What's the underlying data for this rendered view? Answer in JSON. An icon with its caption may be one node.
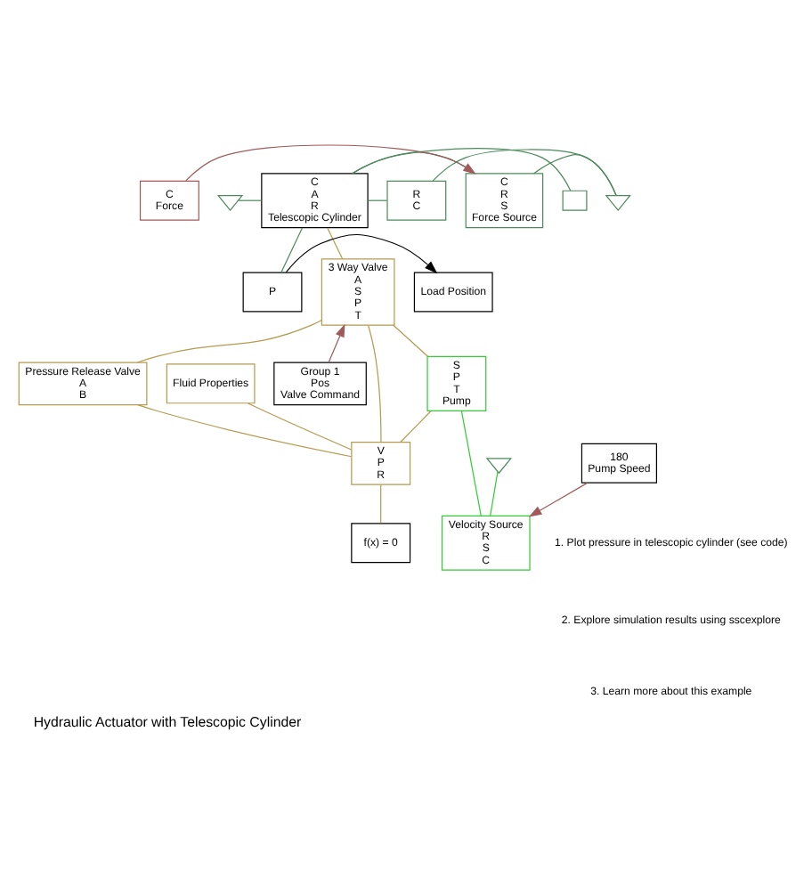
{
  "diagram": {
    "title": "Hydraulic Actuator with Telescopic Cylinder",
    "nodes": [
      {
        "text": [
          "C",
          "A",
          "R",
          "Telescopic Cylinder"
        ]
      },
      {
        "text": [],
        "shape": "ground"
      },
      {
        "text": [],
        "shape": "box"
      },
      {
        "text": [
          "P"
        ]
      },
      {
        "text": [
          "R",
          "C"
        ]
      },
      {
        "text": [
          "C",
          "R",
          "S",
          "Force Source"
        ]
      },
      {
        "text": [],
        "shape": "ground"
      },
      {
        "text": [
          "C",
          "Force"
        ]
      },
      {
        "text": [
          "Load Position"
        ]
      },
      {
        "text": [
          "3 Way Valve",
          "A",
          "S",
          "P",
          "T"
        ]
      },
      {
        "text": [
          "Group 1",
          "Pos",
          "Valve Command"
        ]
      },
      {
        "text": [
          "S",
          "P",
          "T",
          "Pump"
        ]
      },
      {
        "text": [
          "Pressure Release Valve",
          "A",
          "B"
        ]
      },
      {
        "text": [
          "Fluid Properties"
        ]
      },
      {
        "text": [
          "Velocity Source",
          "R",
          "S",
          "C"
        ]
      },
      {
        "text": [],
        "shape": "ground"
      },
      {
        "text": [
          "180",
          "Pump Speed"
        ]
      },
      {
        "text": [
          "V",
          "P",
          "R"
        ]
      },
      {
        "text": [
          "f(x) = 0"
        ]
      }
    ],
    "edges": [
      {
        "from": 1,
        "to": 0,
        "arrow": "none",
        "color": "#4c8a5c"
      },
      {
        "from": 0,
        "to": 2,
        "arrow": "none",
        "color": "#4c8a5c"
      },
      {
        "from": 0,
        "to": 3,
        "arrow": "none",
        "color": "#4c8a5c"
      },
      {
        "from": 0,
        "to": 4,
        "arrow": "none",
        "color": "#4c8a5c"
      },
      {
        "from": 0,
        "to": 5,
        "arrow": "none",
        "color": "#4c8a5c"
      },
      {
        "from": 4,
        "to": 6,
        "arrow": "none",
        "color": "#4c8a5c"
      },
      {
        "from": 5,
        "to": 6,
        "arrow": "none",
        "color": "#4c8a5c"
      },
      {
        "from": 7,
        "to": 5,
        "arrow": "to",
        "color": "#a05a5a"
      },
      {
        "from": 3,
        "to": 8,
        "arrow": "to",
        "color": "#000000"
      },
      {
        "from": 0,
        "to": 9,
        "arrow": "none"
      },
      {
        "from": 10,
        "to": 9,
        "arrow": "to",
        "color": "#a05a5a"
      },
      {
        "from": 9,
        "to": 11,
        "arrow": "none"
      },
      {
        "from": 9,
        "to": 12,
        "arrow": "none"
      },
      {
        "from": 11,
        "to": 17,
        "arrow": "none"
      },
      {
        "from": 9,
        "to": 17,
        "arrow": "none"
      },
      {
        "from": 12,
        "to": 17,
        "arrow": "none"
      },
      {
        "from": 13,
        "to": 17,
        "arrow": "none"
      },
      {
        "from": 18,
        "to": 17,
        "arrow": "none"
      },
      {
        "from": 14,
        "to": 11,
        "arrow": "none",
        "color": "#33cc33"
      },
      {
        "from": 14,
        "to": 15,
        "arrow": "none",
        "color": "#33cc33"
      },
      {
        "from": 16,
        "to": 14,
        "arrow": "to",
        "color": "#a05a5a"
      }
    ],
    "labels": [
      "1. Plot pressure in telescopic cylinder (see code)",
      "2. Explore simulation results using sscexplore",
      "3. Learn more about this example"
    ]
  }
}
